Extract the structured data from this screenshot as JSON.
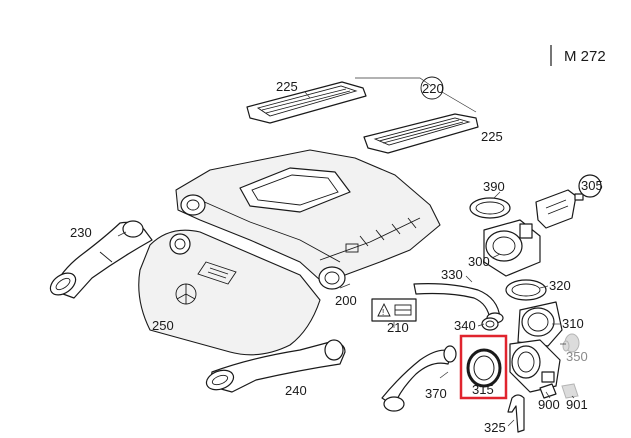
{
  "diagram": {
    "model_label": "M 272",
    "highlight_color": "#e0242e",
    "highlighted_part": "315",
    "parts": {
      "p225a": "225",
      "p225b": "225",
      "p220": "220",
      "p230": "230",
      "p390": "390",
      "p305": "305",
      "p300": "300",
      "p330": "330",
      "p320": "320",
      "p250": "250",
      "p200": "200",
      "p210": "210",
      "p340": "340",
      "p310": "310",
      "p350": "350",
      "p240": "240",
      "p370": "370",
      "p315": "315",
      "p325": "325",
      "p900": "900",
      "p901": "901"
    }
  }
}
